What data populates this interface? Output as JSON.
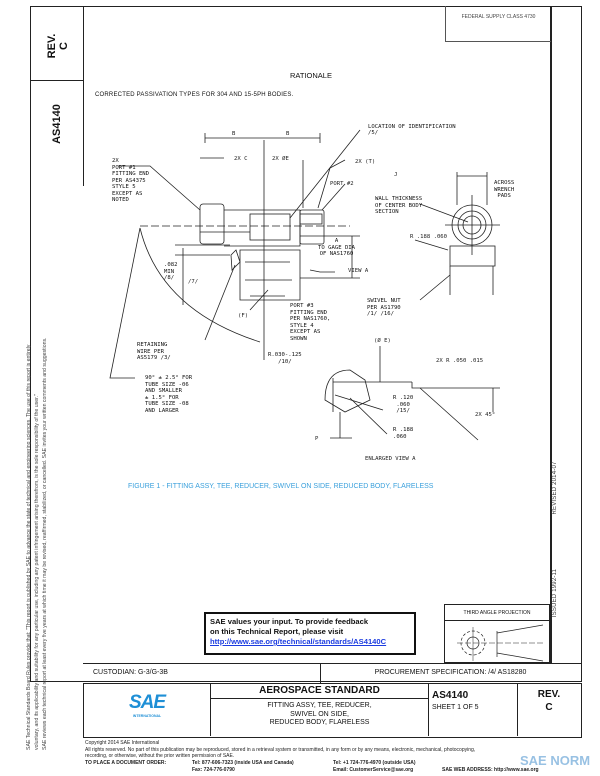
{
  "sidebar": {
    "rev_label": "REV.",
    "rev_value": "C",
    "doc_number": "AS4140"
  },
  "top_right_box": "FEDERAL SUPPLY CLASS 4730",
  "rationale": {
    "title": "RATIONALE",
    "text": "CORRECTED PASSIVATION TYPES FOR 304 AND 15-5PH BODIES."
  },
  "drawing": {
    "labels": {
      "b_left": "B",
      "b_right": "B",
      "two_x_c": "2X C",
      "two_x_e": "2X ØE",
      "two_x_t": "2X (T)",
      "location_id": "LOCATION OF IDENTIFICATION /5/",
      "port1": [
        "2X",
        "PORT #1",
        "FITTING END",
        "PER AS4375",
        "STYLE 5",
        "EXCEPT AS",
        "NOTED"
      ],
      "port2": "PORT #2",
      "a_gage": [
        "A",
        "TO GAGE DIA",
        "OF NAS1760"
      ],
      "view_a": "VIEW A",
      "orp": [
        ".082",
        "MIN",
        "/8/"
      ],
      "seven": "/7/",
      "f": "(F)",
      "port3": [
        "PORT #3",
        "FITTING END",
        "PER NAS1760,",
        "STYLE 4",
        "EXCEPT AS",
        "SHOWN"
      ],
      "retaining": [
        "RETAINING",
        "WIRE PER",
        "AS5179 /3/"
      ],
      "angle_note": [
        "90° ± 2.5° FOR",
        "TUBE SIZE -06",
        "AND SMALLER",
        "± 1.5° FOR",
        "TUBE SIZE -08",
        "AND LARGER"
      ],
      "j": "J",
      "across_pads": [
        "ACROSS",
        "WRENCH",
        "PADS"
      ],
      "wall": [
        "WALL THICKNESS",
        "OF CENTER BODY",
        "SECTION"
      ],
      "r_pads": "R .188 .060",
      "swivel_nut": [
        "SWIVEL NUT",
        "PER AS1790",
        "/1/ /16/"
      ],
      "r_030": [
        "R.030-.125",
        "/10/"
      ],
      "phi_e": "(Ø E)",
      "two_x_r": "2X R .050 .015",
      "r_120": [
        "R .120",
        ".060",
        "/15/"
      ],
      "r_188": [
        "R .188",
        ".060"
      ],
      "two_x_45": "2X 45°",
      "p": "P",
      "enlarged": "ENLARGED VIEW A"
    },
    "caption": "FIGURE 1 - FITTING ASSY, TEE, REDUCER, SWIVEL ON SIDE, REDUCED BODY, FLARELESS"
  },
  "right_strip": {
    "issued": "ISSUED 1992-11",
    "revised": "REVISED 2014-07"
  },
  "feedback": {
    "line1": "SAE values your input. To provide feedback",
    "line2": "on this Technical Report, please visit",
    "link": "http://www.sae.org/technical/standards/AS4140C"
  },
  "projection": {
    "title": "THIRD ANGLE PROJECTION"
  },
  "custodian": "CUSTODIAN: G-3/G-3B",
  "procurement": "PROCUREMENT SPECIFICATION: /4/ AS18280",
  "title_block": {
    "logo": "SAE",
    "logo_sub": "INTERNATIONAL",
    "heading": "AEROSPACE STANDARD",
    "title_lines": [
      "FITTING ASSY, TEE, REDUCER,",
      "SWIVEL ON SIDE,",
      "REDUCED BODY, FLARELESS"
    ],
    "doc_number": "AS4140",
    "sheet": "SHEET 1 OF 5",
    "rev_label": "REV.",
    "rev_value": "C"
  },
  "margin_text": [
    "SAE Technical Standards Board Rules provide that: \"This report is published by SAE to advance the state of technical and engineering sciences. The use of this report is entirely",
    "voluntary, and its applicability and suitability for any particular use, including any patent infringement arising therefrom, is the sole responsibility of the user.\"",
    "SAE reviews each technical report at least every five years at which time it may be revised, reaffirmed, stabilized, or cancelled. SAE invites your written comments and suggestions."
  ],
  "footer": {
    "copyright": "Copyright 2014 SAE International",
    "rights": "All rights reserved. No part of this publication may be reproduced, stored in a retrieval system or transmitted, in any form or by any means, electronic, mechanical, photocopying,",
    "rights2": "recording, or otherwise, without the prior written permission of SAE.",
    "order_label": "TO PLACE A DOCUMENT ORDER:",
    "tel1": "Tel: 877-606-7323 (inside USA and Canada)",
    "fax": "Fax: 724-776-0790",
    "tel2": "Tel: +1 724-776-4970 (outside USA)",
    "email": "Email: CustomerService@sae.org",
    "web": "SAE WEB ADDRESS: http://www.sae.org",
    "watermark": "SAE NORM"
  },
  "colors": {
    "caption": "#3aa0dc",
    "link": "#1c3ce0",
    "logo": "#1e8fd6"
  }
}
